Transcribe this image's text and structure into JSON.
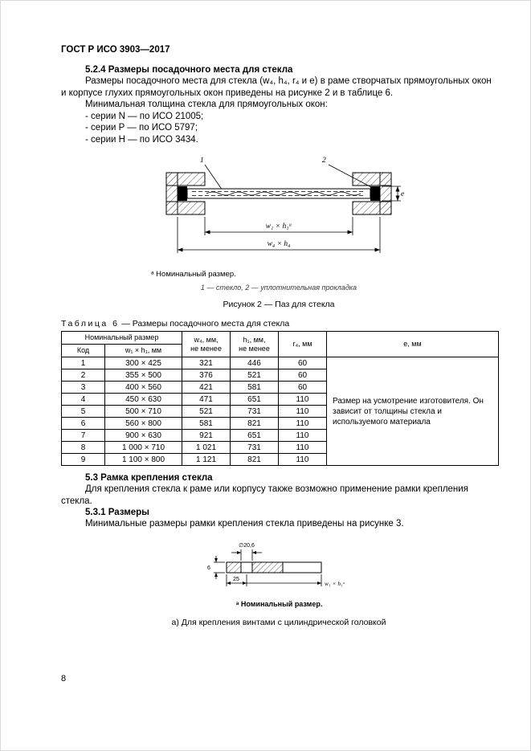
{
  "page": {
    "header": "ГОСТ Р ИСО 3903—2017",
    "number": "8"
  },
  "s524": {
    "title": "5.2.4 Размеры посадочного места для стекла",
    "p1": "Размеры посадочного места для стекла (w₄, h₄, r₄ и е) в раме створчатых прямоугольных окон и корпусе глухих прямоугольных окон приведены на рисунке 2 и в таблице 6.",
    "p2": "Минимальная толщина стекла для прямоугольных окон:",
    "items": [
      "- серии N — по ИСО 21005;",
      "- серии P — по ИСО 5797;",
      "- серии H — по ИСО 3434."
    ]
  },
  "fig2": {
    "label1": "1",
    "label2": "2",
    "dim_inner": "w₁ × h₁ᵃ",
    "dim_outer": "w₄ × h₄",
    "dim_e": "е",
    "footnote": "ᵃ Номинальный размер.",
    "legend": "1 — стекло, 2 — уплотнительная прокладка",
    "caption": "Рисунок 2 — Паз для стекла"
  },
  "table": {
    "caption_label": "Таблица 6",
    "caption_rest": " — Размеры посадочного места для стекла",
    "header": {
      "nominal": "Номинальный размер",
      "kod": "Код",
      "w1h1": "w₁ × h₁, мм",
      "w4": "w₄, мм,\nне менее",
      "h1": "h₁, мм,\nне менее",
      "r4": "r₄, мм",
      "e": "е, мм"
    },
    "rows": [
      {
        "kod": "1",
        "w1h1": "300 × 425",
        "w4": "321",
        "h1": "446",
        "r4": "60"
      },
      {
        "kod": "2",
        "w1h1": "355 × 500",
        "w4": "376",
        "h1": "521",
        "r4": "60"
      },
      {
        "kod": "3",
        "w1h1": "400 × 560",
        "w4": "421",
        "h1": "581",
        "r4": "60"
      },
      {
        "kod": "4",
        "w1h1": "450 × 630",
        "w4": "471",
        "h1": "651",
        "r4": "110"
      },
      {
        "kod": "5",
        "w1h1": "500 × 710",
        "w4": "521",
        "h1": "731",
        "r4": "110"
      },
      {
        "kod": "6",
        "w1h1": "560 × 800",
        "w4": "581",
        "h1": "821",
        "r4": "110"
      },
      {
        "kod": "7",
        "w1h1": "900 × 630",
        "w4": "921",
        "h1": "651",
        "r4": "110"
      },
      {
        "kod": "8",
        "w1h1": "1 000 × 710",
        "w4": "1 021",
        "h1": "731",
        "r4": "110"
      },
      {
        "kod": "9",
        "w1h1": "1 100 × 800",
        "w4": "1 121",
        "h1": "821",
        "r4": "110"
      }
    ],
    "e_note": "Размер на усмотрение изготовителя. Он зависит от толщины стекла и используемого материала"
  },
  "s53": {
    "title": "5.3 Рамка крепления стекла",
    "p1": "Для крепления стекла к раме или корпусу также возможно применение рамки крепления стекла.",
    "title531": "5.3.1 Размеры",
    "p2": "Минимальные размеры рамки крепления стекла приведены на рисунке 3."
  },
  "fig3": {
    "dim_dia": "∅20,6",
    "dim_thickness": "6",
    "dim_25": "25",
    "dim_wh": "w₁ × h₁ᵃ",
    "footnote": "ᵃ Номинальный размер.",
    "caption": "а) Для крепления винтами с цилиндрической головкой"
  }
}
